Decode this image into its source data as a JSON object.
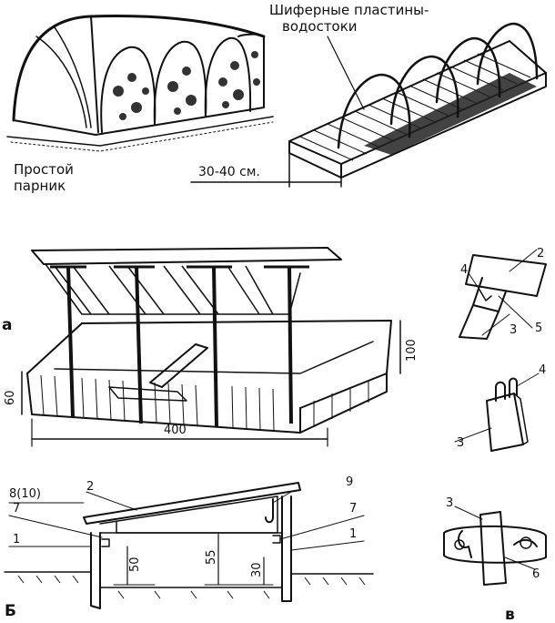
{
  "captions": {
    "simple_hotbed_line1": "Простой",
    "simple_hotbed_line2": "парник",
    "slate_line1": "Шиферные пластины-",
    "slate_line2": "водостоки",
    "bed_width": "30-40 см."
  },
  "panel_labels": {
    "a": "а",
    "b": "Б",
    "v": "в"
  },
  "frame_dims": {
    "length": "400",
    "height_left": "60",
    "height_right": "100"
  },
  "section_dims": {
    "d50": "50",
    "d55": "55",
    "d30": "30"
  },
  "section_callouts": {
    "c8": "8(10)",
    "c7a": "7",
    "c7b": "7",
    "c2": "2",
    "c9": "9",
    "c1a": "1",
    "c1b": "1"
  },
  "detail_callouts": {
    "n2": "2",
    "n4a": "4",
    "n5": "5",
    "n3a": "3",
    "n4b": "4",
    "n3b": "3",
    "n3c": "3",
    "n6": "6"
  }
}
